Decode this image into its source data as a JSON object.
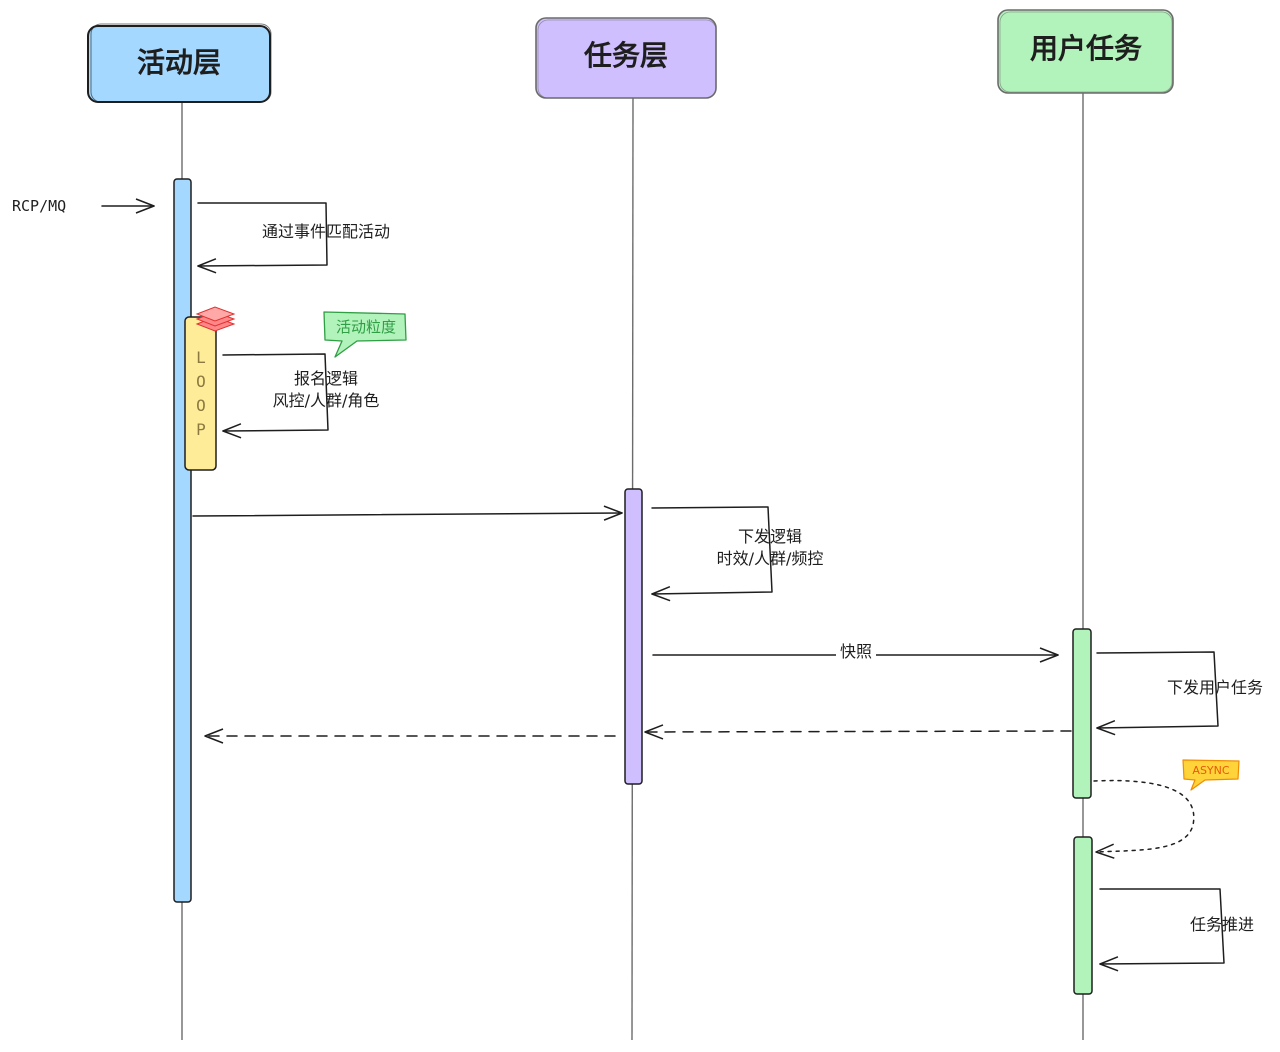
{
  "actors": [
    {
      "label": "活动层",
      "color": "#a5d8ff"
    },
    {
      "label": "任务层",
      "color": "#d0bfff"
    },
    {
      "label": "用户任务",
      "color": "#b2f2bb"
    }
  ],
  "entry": {
    "label": "RCP/MQ"
  },
  "loop": {
    "letters": [
      "L",
      "O",
      "O",
      "P"
    ],
    "color": "#ffec99"
  },
  "notes": {
    "activity_granularity": "活动粒度",
    "async": "ASYNC"
  },
  "messages": {
    "match_activity": "通过事件匹配活动",
    "signup_line1": "报名逻辑",
    "signup_line2": "风控/人群/角色",
    "dispatch_line1": "下发逻辑",
    "dispatch_line2": "时效/人群/频控",
    "snapshot": "快照",
    "dispatch_user_task": "下发用户任务",
    "task_progress": "任务推进"
  },
  "colors": {
    "stroke": "#1e1e1e",
    "blue": "#a5d8ff",
    "purple": "#d0bfff",
    "green": "#b2f2bb",
    "yellow": "#ffec99",
    "red_stack": "#ff8787",
    "async_fill": "#ffd43b"
  }
}
